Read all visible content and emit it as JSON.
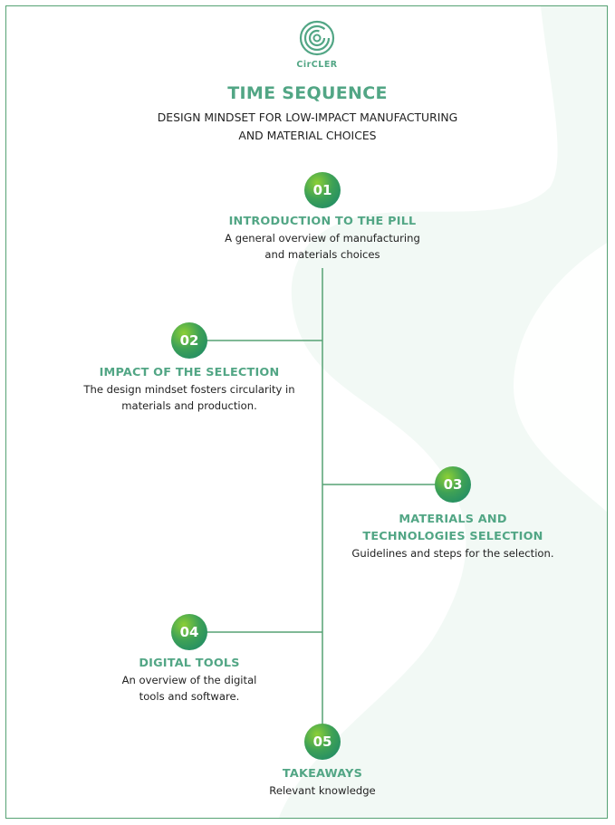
{
  "header": {
    "logo_text": "CirCLER",
    "title": "TIME SEQUENCE",
    "subtitle_line1": "DESIGN MINDSET FOR LOW-IMPACT MANUFACTURING",
    "subtitle_line2": "AND MATERIAL CHOICES"
  },
  "steps": [
    {
      "number": "01",
      "title": "INTRODUCTION TO THE PILL",
      "text_line1": "A general overview of manufacturing",
      "text_line2": "and materials choices"
    },
    {
      "number": "02",
      "title": "IMPACT OF THE SELECTION",
      "text_line1": "The design mindset fosters circularity in",
      "text_line2": "materials and production."
    },
    {
      "number": "03",
      "title_line1": "MATERIALS AND",
      "title_line2": "TECHNOLOGIES SELECTION",
      "text_line1": "Guidelines and steps for the selection."
    },
    {
      "number": "04",
      "title": "DIGITAL TOOLS",
      "text_line1": "An overview of the digital",
      "text_line2": "tools and software."
    },
    {
      "number": "05",
      "title": "TAKEAWAYS",
      "text_line1": "Relevant knowledge"
    }
  ],
  "colors": {
    "accent": "#52a685",
    "line": "#56a274",
    "badge_light": "#8ccf35",
    "badge_dark": "#16846b"
  },
  "icons": {
    "logo": "spiral-logo-icon"
  }
}
